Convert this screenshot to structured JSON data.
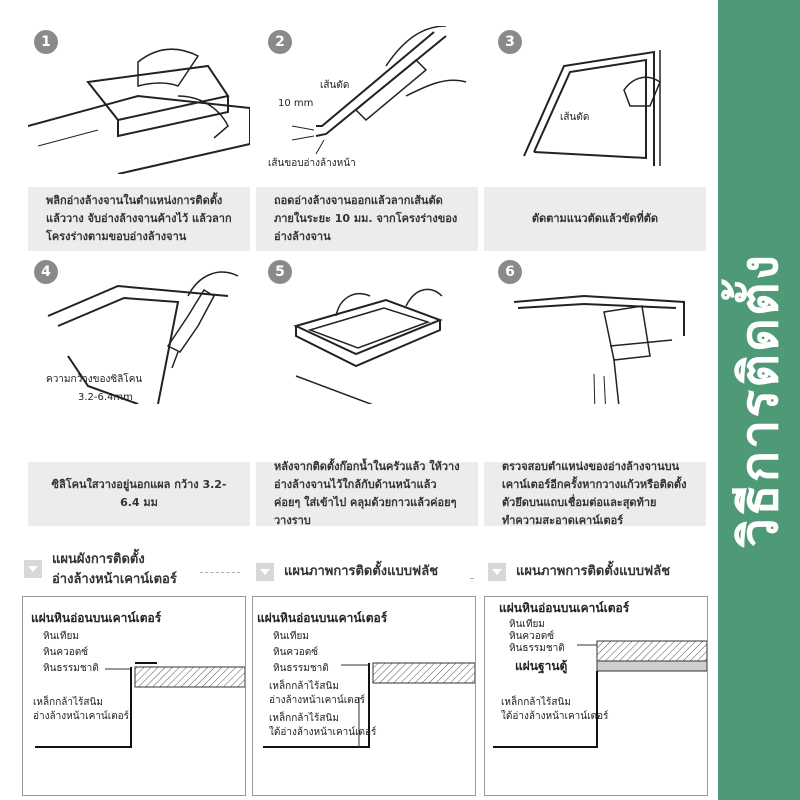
{
  "sidebar": {
    "title": "วิธีการติดตั้ง",
    "color": "#4f9a76"
  },
  "steps": [
    {
      "num": "1",
      "caption": "พลิกอ่างล้างจานในตำแหน่งการติดตั้งแล้ววาง จับอ่างล้างจานค้างไว้ แล้วลากโครงร่างตามขอบอ่างล้างจาน"
    },
    {
      "num": "2",
      "caption": "ถอดอ่างล้างจานออกแล้วลากเส้นตัดภายในระยะ 10 มม. จากโครงร่างของอ่างล้างจาน",
      "labels": {
        "cut_line": "เส้นตัด",
        "distance": "10 mm",
        "edge": "เส้นขอบอ่างล้างหน้า"
      }
    },
    {
      "num": "3",
      "caption": "ตัดตามแนวตัดแล้วขัดที่ตัด",
      "labels": {
        "cut_line": "เส้นตัด"
      }
    },
    {
      "num": "4",
      "caption": "ซิลิโคนใสวางอยู่นอกแผล กว้าง 3.2-6.4 มม",
      "labels": {
        "width": "ความกว้างของซิลิโคน",
        "range": "3.2-6.4mm"
      }
    },
    {
      "num": "5",
      "caption": "หลังจากติดตั้งก๊อกน้ำในครัวแล้ว ให้วางอ่างล้างจานไว้ใกล้กับด้านหน้าแล้วค่อยๆ ใส่เข้าไป คลุมด้วยกาวแล้วค่อยๆ วางราบ"
    },
    {
      "num": "6",
      "caption": "ตรวจสอบตำแหน่งของอ่างล้างจานบนเคาน์เตอร์อีกครั้งหากวางแก้วหรือติดตั้งตัวยึดบนแถบเชื่อมต่อและสุดท้ายทำความสะอาดเคาน์เตอร์"
    }
  ],
  "sections": [
    {
      "title": "แผนผังการติดตั้งอ่างล้างหน้าเคาน์เตอร์",
      "diagram": {
        "heading": "แผ่นหินอ่อนบนเคาน์เตอร์",
        "materials": [
          "หินเทียม",
          "หินควอตซ์",
          "หินธรรมชาติ"
        ],
        "steel": "เหล็กกล้าไร้สนิม",
        "sink": "อ่างล้างหน้าเคาน์เตอร์"
      }
    },
    {
      "title": "แผนภาพการติดตั้งแบบฟลัช",
      "diagram": {
        "heading": "แผ่นหินอ่อนบนเคาน์เตอร์",
        "materials": [
          "หินเทียม",
          "หินควอตซ์",
          "หินธรรมชาติ"
        ],
        "steel1": "เหล็กกล้าไร้สนิม",
        "sink1": "อ่างล้างหน้าเคาน์เตอร์",
        "steel2": "เหล็กกล้าไร้สนิม",
        "sink2": "ใต้อ่างล้างหน้าเคาน์เตอร์"
      }
    },
    {
      "title": "แผนภาพการติดตั้งแบบฟลัช",
      "diagram": {
        "heading": "แผ่นหินอ่อนบนเคาน์เตอร์",
        "materials": [
          "หินเทียม",
          "หินควอตซ์",
          "หินธรรมชาติ"
        ],
        "base": "แผ่นฐานตู้",
        "steel": "เหล็กกล้าไร้สนิม",
        "sink": "ใต้อ่างล้างหน้าเคาน์เตอร์"
      }
    }
  ]
}
